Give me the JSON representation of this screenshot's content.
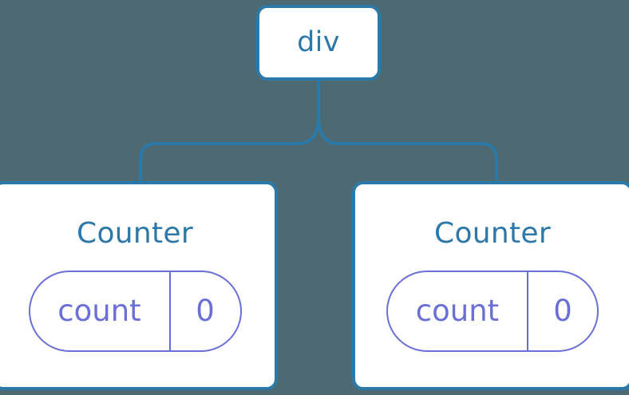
{
  "diagram": {
    "title": "component-tree",
    "background_color": "#4d6a73",
    "node_border_color": "#2b79a9",
    "node_fill_color": "#ffffff",
    "node_text_color": "#2d78a8",
    "state_accent_color": "#6a6fd6",
    "connector_color": "#2b79a9",
    "root": {
      "label": "div"
    },
    "children": [
      {
        "label": "Counter",
        "state": {
          "key": "count",
          "value": "0"
        }
      },
      {
        "label": "Counter",
        "state": {
          "key": "count",
          "value": "0"
        }
      }
    ]
  }
}
